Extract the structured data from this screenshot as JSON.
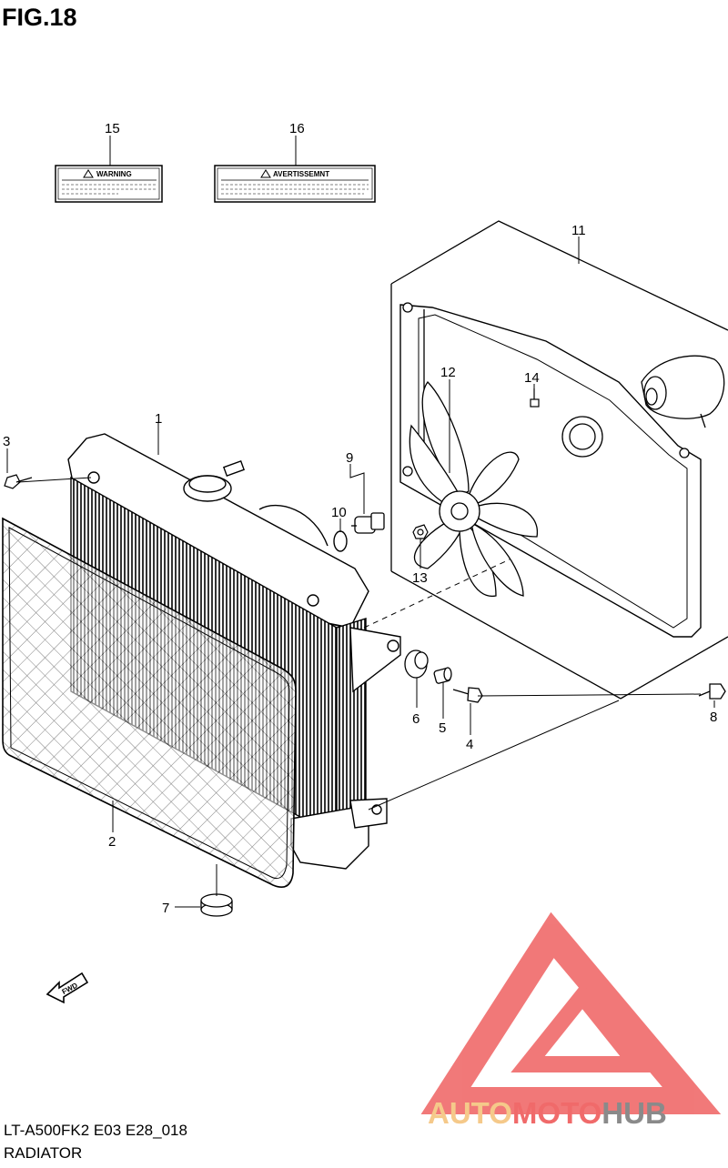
{
  "figure": {
    "title": "FIG.18",
    "model_code": "LT-A500FK2 E03 E28_018",
    "section_name": "RADIATOR"
  },
  "labels": {
    "warning_text": "WARNING",
    "avertissement_text": "AVERTISSEMNT"
  },
  "fwd_arrow_text": "FWD",
  "callouts": [
    "1",
    "2",
    "3",
    "4",
    "5",
    "6",
    "7",
    "8",
    "9",
    "10",
    "11",
    "12",
    "13",
    "14",
    "15",
    "16"
  ],
  "watermark": {
    "part1": "AUTO",
    "part2": "MOTO",
    "part3": "HUB",
    "colors": {
      "logo_red": "#f06a6a",
      "auto": "#f5c98a",
      "moto": "#f06a6a",
      "hub": "#8a8a8a"
    }
  }
}
